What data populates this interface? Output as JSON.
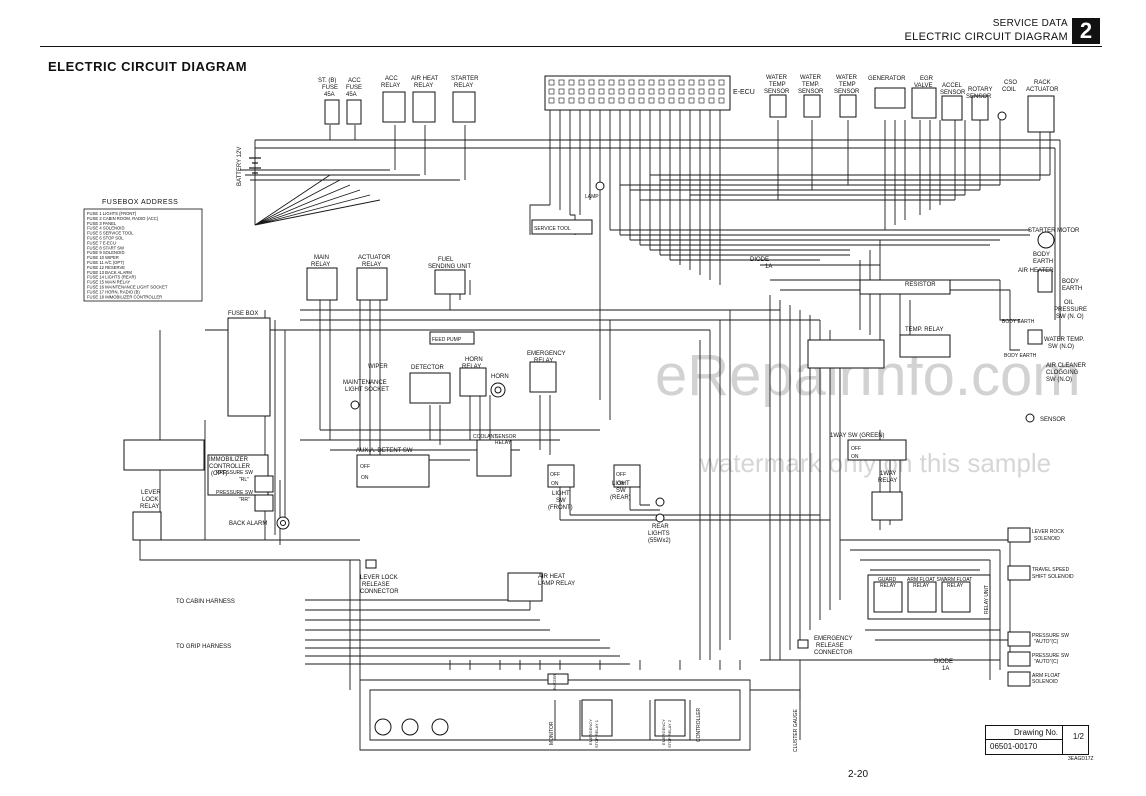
{
  "header": {
    "section": "SERVICE DATA",
    "subtitle": "ELECTRIC CIRCUIT DIAGRAM",
    "chapter": "2"
  },
  "title": "ELECTRIC CIRCUIT DIAGRAM",
  "page_number": "2-20",
  "drawing": {
    "label": "Drawing No.",
    "number": "06501-00170",
    "sheet": "1/2",
    "code": "3EAGD17Z"
  },
  "watermark": {
    "main": "eRepairInfo.com",
    "sub": "watermark only on this sample"
  },
  "fusebox_address": {
    "title": "FUSEBOX ADDRESS",
    "rows": [
      "FUSE 1  LIGHTS (FRONT)",
      "FUSE 2  CABIN ROOM, RADIO (ACC)",
      "FUSE 3  PANEL",
      "FUSE 4  SOLENOID",
      "FUSE 5  SERVICE TOOL",
      "FUSE 6  STOP SOL",
      "FUSE 7  E-ECU",
      "FUSE 8  START SW",
      "FUSE 9  SOLENOID",
      "FUSE 10  WIPER",
      "FUSE 11  A/C (OPT)",
      "FUSE 12  RESERVE",
      "FUSE 13  BACK ALARM",
      "FUSE 14  LIGHTS (REAR)",
      "FUSE 15  MAIN RELAY",
      "FUSE 16  MAINTENANCE LIGHT SOCKET",
      "FUSE 17  HORN, RADIO (B)",
      "FUSE 18  IMMOBILIZER CONTROLLER"
    ]
  },
  "labels": {
    "st_fuse": "ST. (B)",
    "st_fuse2": "FUSE",
    "st_fuse3": "45A",
    "acc_fuse": "ACC",
    "acc_fuse2": "FUSE",
    "acc_fuse3": "45A",
    "acc_relay": "ACC",
    "acc_relay2": "RELAY",
    "air_heat_relay": "AIR HEAT",
    "air_heat_relay2": "RELAY",
    "starter_relay": "STARTER",
    "starter_relay2": "RELAY",
    "battery": "BATTERY 12V",
    "e_ecu": "E-ECU",
    "water_temp_1": "WATER",
    "water_temp_1b": "TEMP",
    "water_temp_1c": "SENSOR",
    "water_temp_2": "WATER",
    "water_temp_2b": "TEMP.",
    "water_temp_2c": "SENSOR",
    "water_temp_3": "WATER",
    "water_temp_3b": "TEMP",
    "water_temp_3c": "SENSOR",
    "generator": "GENERATOR",
    "egr": "EGR",
    "egr2": "VALVE",
    "accel": "ACCEL",
    "accel2": "SENSOR",
    "rotary": "ROTARY",
    "rotary2": "SENSOR",
    "cso": "CSO",
    "cso2": "COIL",
    "rack": "RACK",
    "rack2": "ACTUATOR",
    "service_tool": "SERVICE TOOL",
    "starter_motor": "STARTER MOTOR",
    "body_earth": "BODY",
    "body_earth2": "EARTH",
    "air_heater": "AIR HEATER",
    "body_earth_b": "BODY",
    "body_earth_b2": "EARTH",
    "oil_pressure": "OIL",
    "oil_pressure2": "PRESSURE",
    "oil_pressure3": "SW (N. O)",
    "body_earth_c": "BODY EARTH",
    "resistor": "RESISTOR",
    "diode_top": "DIODE",
    "diode_top2": "1A",
    "main_relay": "MAIN",
    "main_relay2": "RELAY",
    "actuator_relay": "ACTUATOR",
    "actuator_relay2": "RELAY",
    "fuel_sending": "FUEL",
    "fuel_sending2": "SENDING UNIT",
    "fuse_box": "FUSE BOX",
    "feed_pump": "FEED PUMP",
    "temp_relay": "TEMP. RELAY",
    "water_temp_sw": "WATER TEMP.",
    "water_temp_sw2": "SW (N.O)",
    "body_earth_d": "BODY EARTH",
    "air_cleaner": "AIR CLEANER",
    "air_cleaner2": "CLOGGING",
    "air_cleaner3": "SW (N.O)",
    "sensor": "SENSOR",
    "wiper": "WIPER",
    "maintenance": "MAINTENANCE",
    "maintenance2": "LIGHT SOCKET",
    "detector": "DETECTOR",
    "horn_relay": "HORN",
    "horn_relay2": "RELAY",
    "horn": "HORN",
    "emergency_relay": "EMERGENCY",
    "emergency_relay2": "RELAY",
    "way1_sw": "1WAY SW (GREEN)",
    "way1_relay": "1WAY",
    "way1_relay2": "RELAY",
    "immobilizer": "IMMOBILIZER",
    "immobilizer2": "CONTROLLER",
    "immobilizer3": "(OPT)",
    "aux_detent": "AUX.A. DETENT SW",
    "coolant": "COOLANT",
    "coolant2": "SENSOR",
    "coolant3": "RELAY",
    "light_sw_front": "LIGHT",
    "light_sw_front2": "SW",
    "light_sw_front3": "(FRONT)",
    "light_sw_rear": "LIGHT",
    "light_sw_rear2": "SW",
    "light_sw_rear3": "(REAR)",
    "rear_lights": "REAR",
    "rear_lights2": "LIGHTS",
    "rear_lights3": "(55Wx2)",
    "pressure_rl": "PRESSURE SW",
    "pressure_rl2": "\"RL\"",
    "pressure_rr": "PRESSURE SW",
    "pressure_rr2": "\"RR\"",
    "back_alarm": "BACK ALARM",
    "lever_lock_relay": "LEVER",
    "lever_lock_relay2": "LOCK",
    "lever_lock_relay3": "RELAY",
    "lever_rock_sol": "LEVER ROCK",
    "lever_rock_sol2": "SOLENOID",
    "travel_speed": "TRAVEL SPEED",
    "travel_speed2": "SHIFT SOLENOID",
    "lever_lock_rel_conn": "LEVER LOCK",
    "lever_lock_rel_conn2": "RELEASE",
    "lever_lock_rel_conn3": "CONNECTOR",
    "air_heat_lamp": "AIR HEAT",
    "air_heat_lamp2": "LAMP RELAY",
    "to_cabin": "TO CABIN HARNESS",
    "to_grip": "TO GRIP HARNESS",
    "guard_relay": "GUARD",
    "guard_relay2": "RELAY",
    "arm_float_relay": "ARM FLOAT SW",
    "arm_float_relay2": "RELAY",
    "arm_float_relay3": "ARM FLOAT",
    "arm_float_relay4": "RELAY",
    "relay_unit": "RELAY UNIT",
    "emergency_conn": "EMERGENCY",
    "emergency_conn2": "RELEASE",
    "emergency_conn3": "CONNECTOR",
    "diode_bot": "DIODE",
    "diode_bot2": "1A",
    "pressure_auto1": "PRESSURE SW",
    "pressure_auto1b": "\"AUTO\"(C)",
    "pressure_auto2": "PRESSURE SW",
    "pressure_auto2b": "\"AUTO\"(C)",
    "arm_float_sol": "ARM FLOAT",
    "arm_float_sol2": "SOLENOID",
    "monitor": "MONITOR",
    "buzzer": "BUZZER",
    "controller": "CONTROLLER",
    "cluster_gauge": "CLUSTER GAUGE",
    "emerg_stop1": "EMERGENCY",
    "emerg_stop1b": "STOP RELAY 1",
    "emerg_stop2": "EMERGENCY",
    "emerg_stop2b": "STOP RELAY 2",
    "lamp": "LAMP",
    "off": "OFF",
    "on": "ON"
  }
}
